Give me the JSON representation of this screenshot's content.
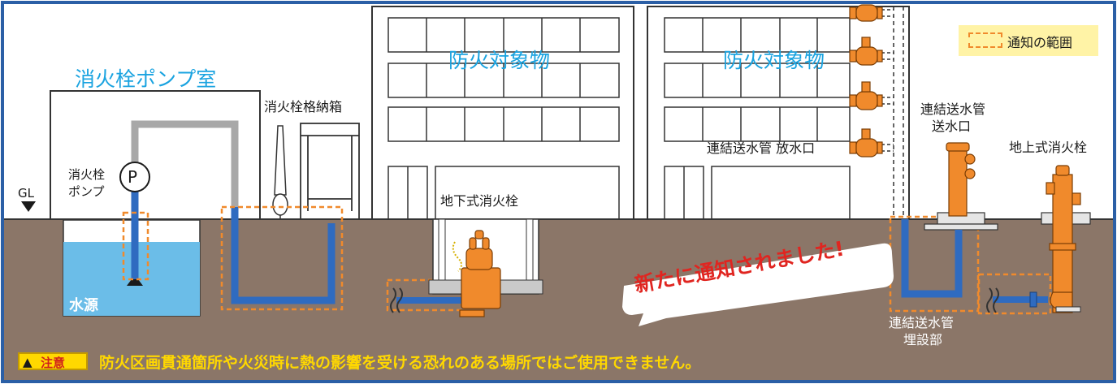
{
  "labels": {
    "pump_room_title": "消火栓ポンプ室",
    "building_left_title": "防火対象物",
    "building_right_title": "防火対象物",
    "storage_box": "消火栓格納箱",
    "pump_line1": "消火栓",
    "pump_line2": "ポンプ",
    "pump_symbol": "P",
    "ground_level": "GL",
    "water_source": "水源",
    "underground_hydrant": "地下式消火栓",
    "standpipe_outlet": "連結送水管 放水口",
    "standpipe_inlet_line1": "連結送水管",
    "standpipe_inlet_line2": "送水口",
    "above_ground_hydrant": "地上式消火栓",
    "standpipe_buried_line1": "連結送水管",
    "standpipe_buried_line2": "埋設部",
    "new_notice": "新たに通知されました!"
  },
  "legend": {
    "label": "通知の範囲"
  },
  "warning": {
    "badge": "注意",
    "message": "防火区画貫通箇所や火災時に熱の影響を受ける恐れのある場所ではご使用できません。"
  },
  "colors": {
    "frame": "#2b5fa6",
    "ground": "#8b7668",
    "water": "#6bbde8",
    "pipe_blue": "#2f6bc0",
    "pipe_gray": "#a8a8a8",
    "orange": "#f08a2c",
    "title_blue": "#1aa3e0",
    "warning_text": "#ffd800",
    "new_notice": "#e02520"
  }
}
